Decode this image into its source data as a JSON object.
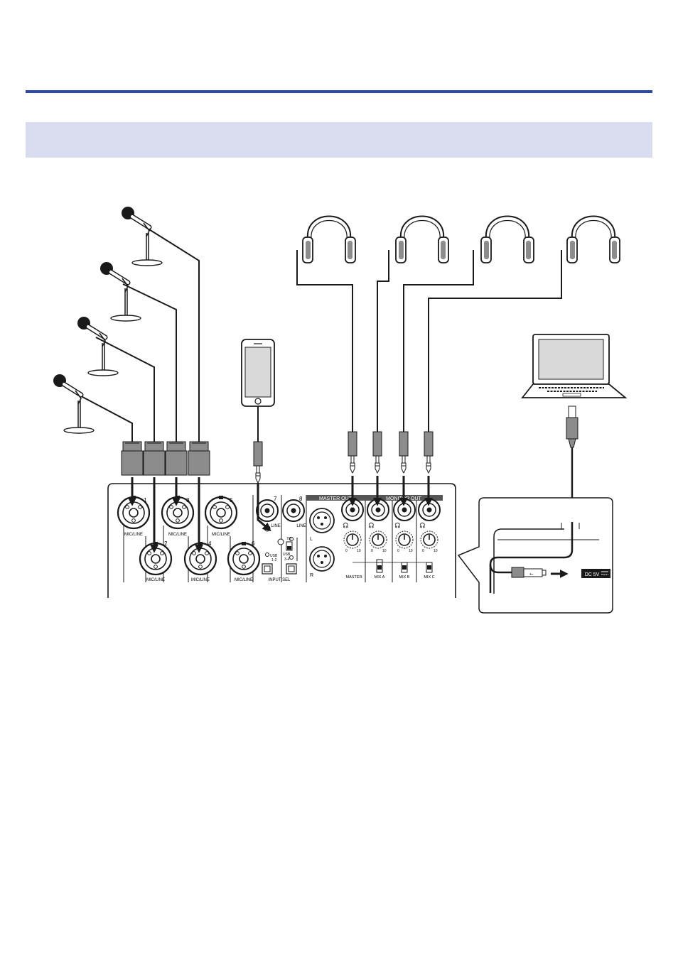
{
  "colors": {
    "rule": "#2b4aa8",
    "band": "#d9dbef",
    "cable": "#1a1a1a",
    "plug": "#8c8c8c",
    "panel_label_bg": "#555555"
  },
  "mixer": {
    "inputs": [
      {
        "number": "1",
        "label": "MIC/LINE"
      },
      {
        "number": "2",
        "label": "MIC/LINE"
      },
      {
        "number": "3",
        "label": "MIC/LINE"
      },
      {
        "number": "4",
        "label": "MIC/LINE"
      },
      {
        "number": "5",
        "label": "MIC/LINE"
      },
      {
        "number": "6",
        "label": "MIC/LINE"
      }
    ],
    "line_inputs": [
      {
        "number": "7",
        "label": "LINE"
      },
      {
        "number": "8",
        "label": "LINE"
      }
    ],
    "usb_select": {
      "usb_a": "USB",
      "usb_a_sub": "1-2",
      "usb_b": "USB",
      "usb_b_sub": "3-4",
      "toggle": "7/8",
      "label": "INPUT SEL"
    },
    "master_out_label": "MASTER OUT",
    "monitor_out_label": "MONITOR OUT",
    "master_l": "L",
    "master_r": "R",
    "knob_min": "0",
    "knob_max": "10",
    "switches": [
      "MASTER",
      "MIX A",
      "MIX B",
      "MIX C"
    ]
  },
  "power_inset": {
    "dc_label": "DC 5V"
  }
}
